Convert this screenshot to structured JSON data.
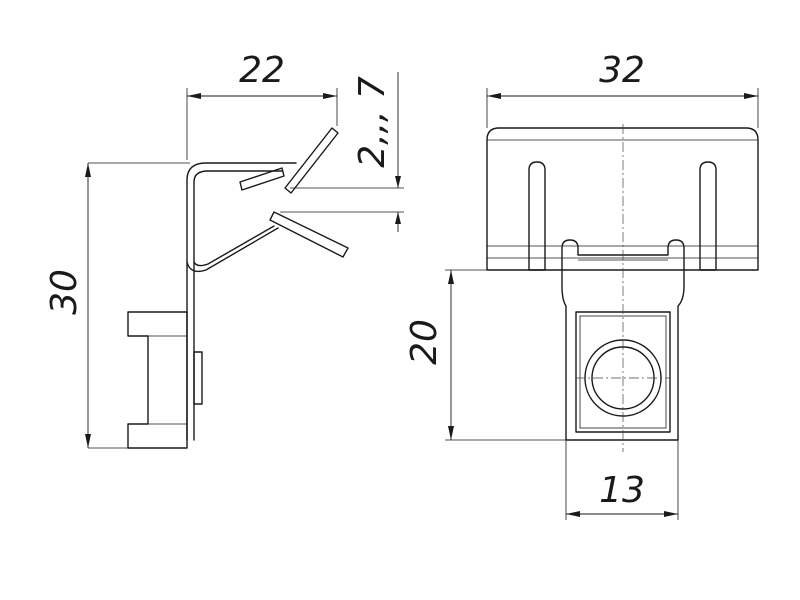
{
  "dimensions": {
    "side_width": "22",
    "gap": "2,,, 7",
    "height": "30",
    "front_width": "32",
    "nut_height": "20",
    "nut_width": "13"
  },
  "colors": {
    "line": "#1a1a1a",
    "background": "#ffffff"
  }
}
